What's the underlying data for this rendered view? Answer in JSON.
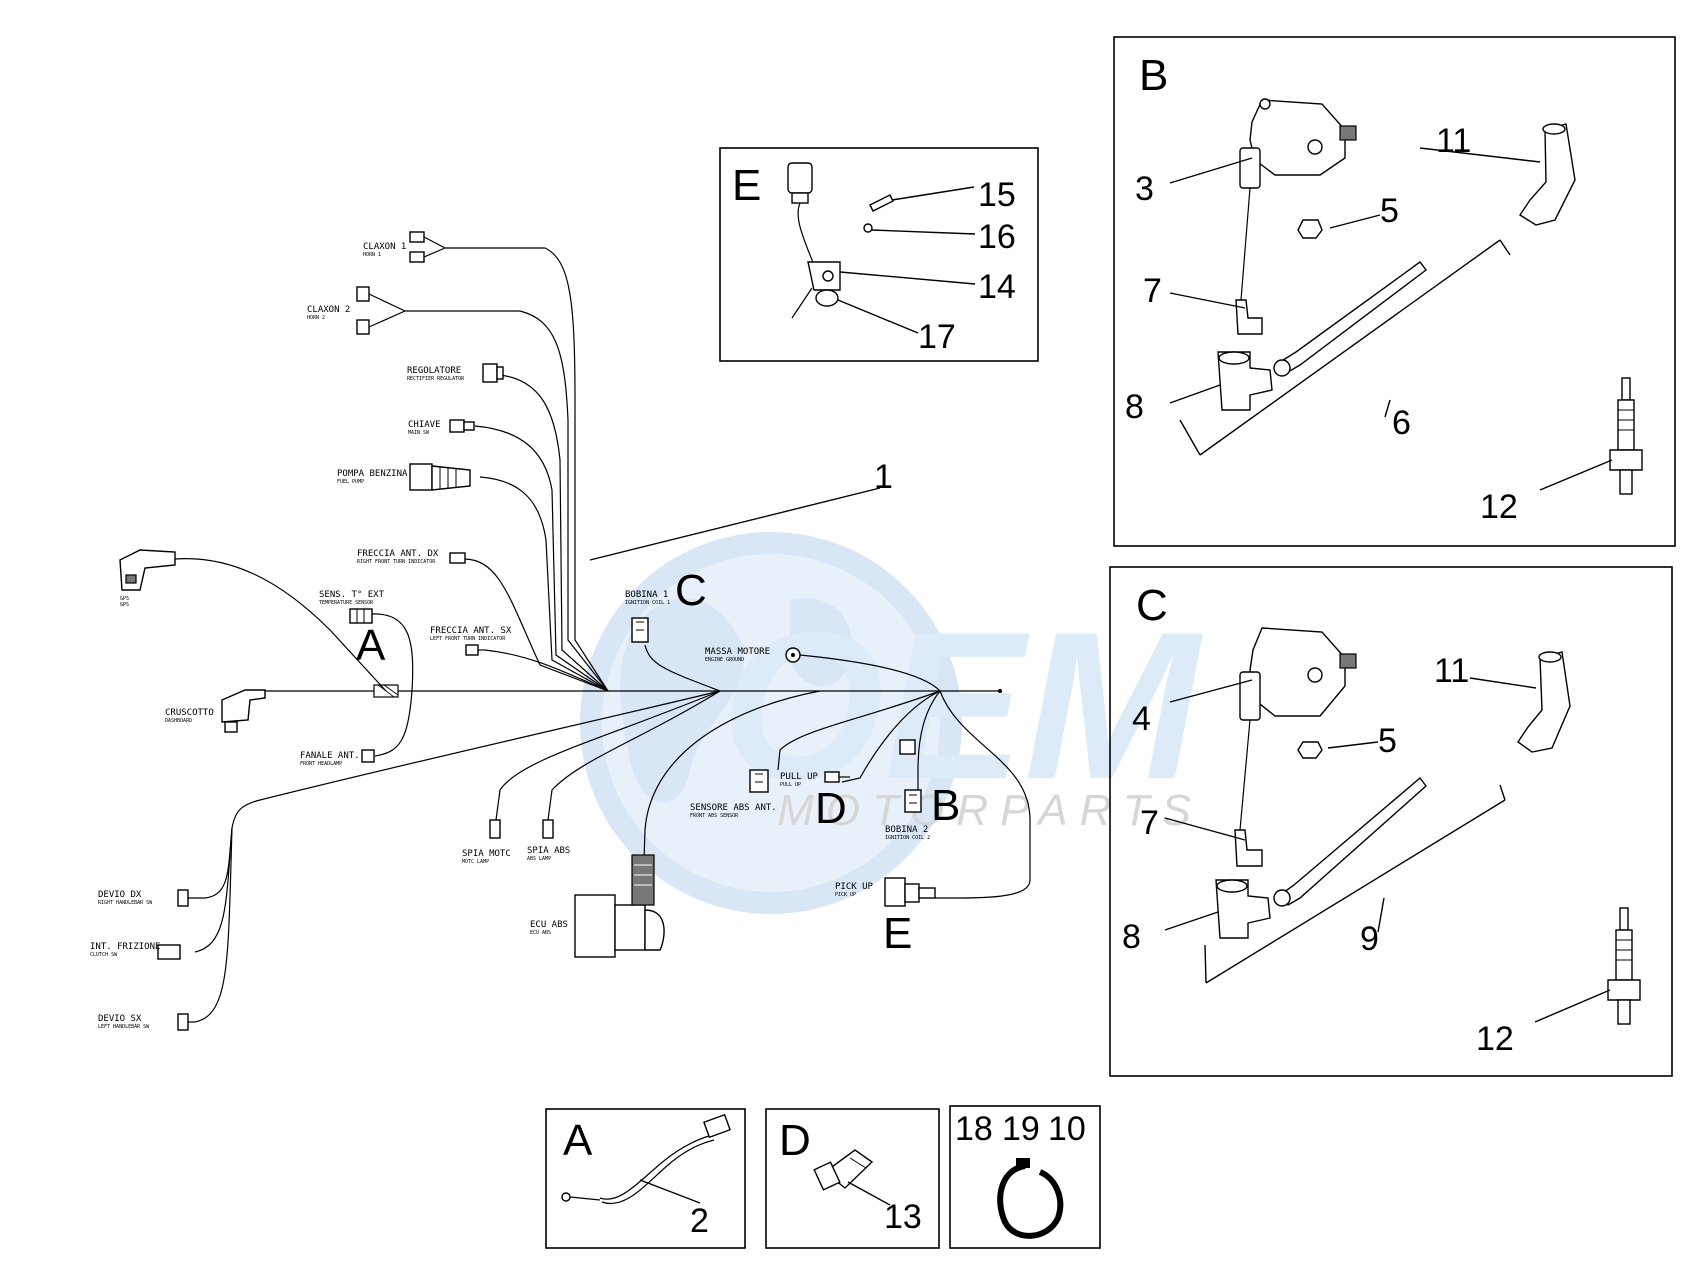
{
  "watermark": {
    "brand": "OEM",
    "sub": "MOTORPARTS",
    "colors": {
      "globe": "#b9d3ee",
      "text": "#c3daf2",
      "sub": "#b5b5b5"
    }
  },
  "callouts": {
    "main_harness": "1",
    "harness_labels": {
      "A": "A",
      "B": "B",
      "C": "C",
      "D": "D",
      "E": "E"
    }
  },
  "connectors": {
    "claxon1": {
      "main": "CLAXON 1",
      "sub": "HORN 1"
    },
    "claxon2": {
      "main": "CLAXON 2",
      "sub": "HORN 2"
    },
    "regolatore": {
      "main": "REGOLATORE",
      "sub": "RECTIFIER REGULATOR"
    },
    "chiave": {
      "main": "CHIAVE",
      "sub": "MAIN SW"
    },
    "pompa": {
      "main": "POMPA BENZINA",
      "sub": "FUEL PUMP"
    },
    "freccia_dx": {
      "main": "FRECCIA ANT. DX",
      "sub": "RIGHT FRONT TURN INDICATOR"
    },
    "freccia_sx": {
      "main": "FRECCIA ANT. SX",
      "sub": "LEFT FRONT TURN INDICATOR"
    },
    "gps": {
      "main": "GPS",
      "sub": "GPS"
    },
    "sens_temp": {
      "main": "SENS. T° EXT",
      "sub": "TEMPERATURE SENSOR"
    },
    "cruscotto": {
      "main": "CRUSCOTTO",
      "sub": "DASHBOARD"
    },
    "fanale": {
      "main": "FANALE ANT.",
      "sub": "FRONT HEADLAMP"
    },
    "bobina1": {
      "main": "BOBINA 1",
      "sub": "IGNITION COIL 1"
    },
    "massa": {
      "main": "MASSA MOTORE",
      "sub": "ENGINE GROUND"
    },
    "pull_up": {
      "main": "PULL UP",
      "sub": "PULL UP"
    },
    "sensore_abs": {
      "main": "SENSORE ABS ANT.",
      "sub": "FRONT ABS SENSOR"
    },
    "bobina2": {
      "main": "BOBINA 2",
      "sub": "IGNITION COIL 2"
    },
    "pick_up": {
      "main": "PICK UP",
      "sub": "PICK UP"
    },
    "spia_motc": {
      "main": "SPIA MOTC",
      "sub": "MOTC LAMP"
    },
    "spia_abs": {
      "main": "SPIA ABS",
      "sub": "ABS LAMP"
    },
    "ecu_abs": {
      "main": "ECU ABS",
      "sub": "ECU ABS"
    },
    "devio_dx": {
      "main": "DEVIO DX",
      "sub": "RIGHT HANDLEBAR SW"
    },
    "int_frizione": {
      "main": "INT. FRIZIONE",
      "sub": "CLUTCH SW"
    },
    "devio_sx": {
      "main": "DEVIO SX",
      "sub": "LEFT HANDLEBAR SW"
    }
  },
  "panels": {
    "E": {
      "title": "E",
      "numbers": [
        "15",
        "16",
        "14",
        "17"
      ]
    },
    "B": {
      "title": "B",
      "numbers": [
        "3",
        "11",
        "5",
        "7",
        "8",
        "6",
        "12"
      ]
    },
    "C": {
      "title": "C",
      "numbers": [
        "4",
        "11",
        "5",
        "7",
        "8",
        "9",
        "12"
      ]
    },
    "A": {
      "title": "A",
      "numbers": [
        "2"
      ]
    },
    "D": {
      "title": "D",
      "numbers": [
        "13"
      ]
    },
    "misc": {
      "numbers": [
        "18",
        "19",
        "10"
      ]
    }
  }
}
